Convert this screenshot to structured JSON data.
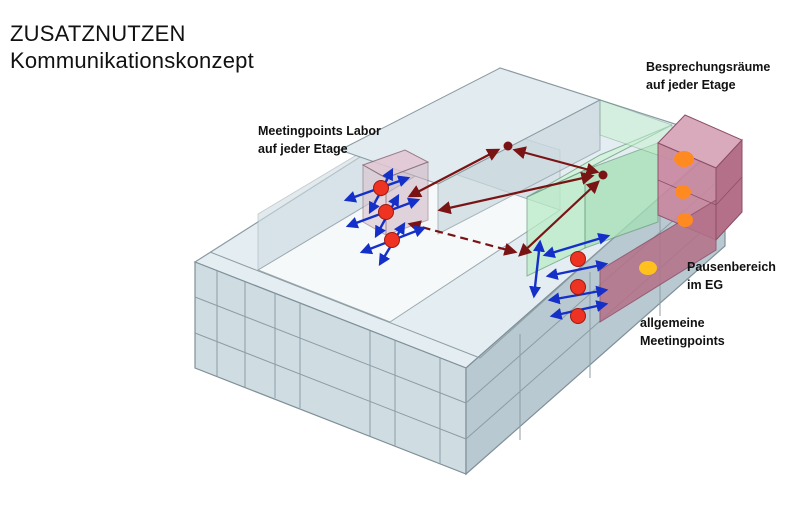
{
  "title": {
    "line1": "ZUSATZNUTZEN",
    "line2": "Kommunikationskonzept"
  },
  "labels": {
    "besprechung": {
      "line1": "Besprechungsräume",
      "line2": "auf jeder Etage"
    },
    "labor": {
      "line1": "Meetingpoints Labor",
      "line2": "auf jeder Etage"
    },
    "pause": {
      "line1": "Pausenbereich",
      "line2": "im EG"
    },
    "allgemein": {
      "line1": "allgemeine",
      "line2": "Meetingpoints"
    }
  },
  "colors": {
    "glass": "#d7e4ea",
    "edge": "#8a9aa2",
    "green_zone": "#b9ecc6",
    "mauve_zone": "#b47088",
    "pink_zone": "#d9a9bc",
    "meeting_point": "#ee3322",
    "cross_arrow": "#1430c8",
    "connection": "#7a1414",
    "orange_dot": "#ff8a22",
    "yellow_dot": "#ffc11e"
  }
}
